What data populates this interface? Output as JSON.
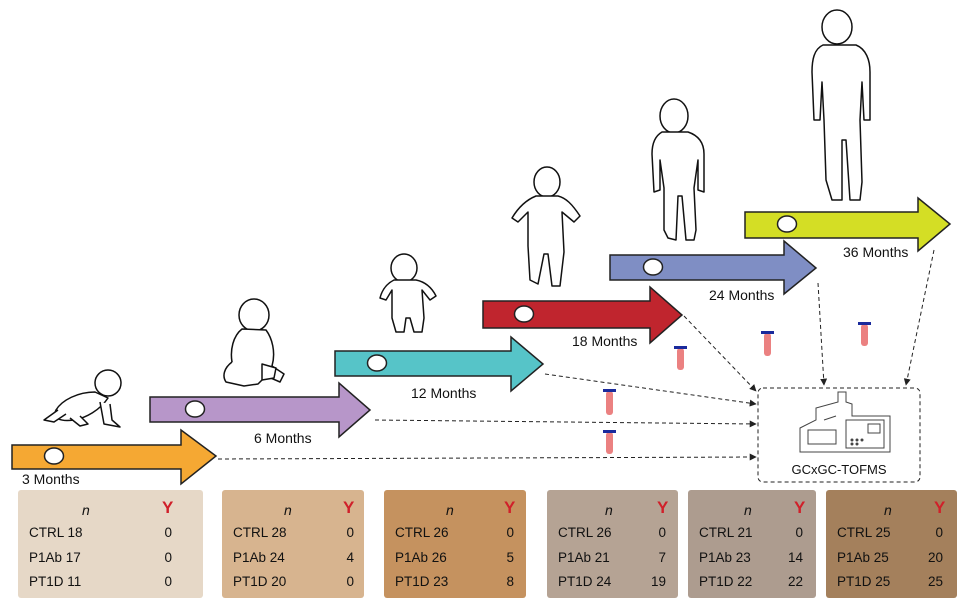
{
  "colors": {
    "arrow_3m": "#f5a833",
    "arrow_6m": "#b796c9",
    "arrow_12m": "#56c4c8",
    "arrow_18m": "#c0252e",
    "arrow_24m": "#7f8ec4",
    "arrow_36m": "#d4de25",
    "sample_tube": "#e76b6b",
    "tube_cap": "#1a2a9c",
    "y_icon": "#d0202a"
  },
  "timepoints": [
    {
      "label": "3 Months"
    },
    {
      "label": "6 Months"
    },
    {
      "label": "12 Months"
    },
    {
      "label": "18 Months"
    },
    {
      "label": "24 Months"
    },
    {
      "label": "36 Months"
    }
  ],
  "instrument": {
    "label": "GCxGC-TOFMS",
    "icon": "gc-tofms-instrument-icon"
  },
  "table_header": {
    "n": "n",
    "y_icon": "Y"
  },
  "tables": [
    {
      "bg": "#e6d8c7",
      "rows": [
        {
          "label": "CTRL 18",
          "y": "0"
        },
        {
          "label": "P1Ab 17",
          "y": "0"
        },
        {
          "label": "PT1D 11",
          "y": "0"
        }
      ]
    },
    {
      "bg": "#d7b48f",
      "rows": [
        {
          "label": "CTRL 28",
          "y": "0"
        },
        {
          "label": "P1Ab 24",
          "y": "4"
        },
        {
          "label": "PT1D 20",
          "y": "0"
        }
      ]
    },
    {
      "bg": "#c5925f",
      "rows": [
        {
          "label": "CTRL 26",
          "y": "0"
        },
        {
          "label": "P1Ab 26",
          "y": "5"
        },
        {
          "label": "PT1D 23",
          "y": "8"
        }
      ]
    },
    {
      "bg": "#b5a394",
      "rows": [
        {
          "label": "CTRL 26",
          "y": "0"
        },
        {
          "label": "P1Ab 21",
          "y": "7"
        },
        {
          "label": "PT1D 24",
          "y": "19"
        }
      ]
    },
    {
      "bg": "#ad9c8f",
      "rows": [
        {
          "label": "CTRL 21",
          "y": "0"
        },
        {
          "label": "P1Ab 23",
          "y": "14"
        },
        {
          "label": "PT1D 22",
          "y": "22"
        }
      ]
    },
    {
      "bg": "#a4805c",
      "rows": [
        {
          "label": "CTRL 25",
          "y": "0"
        },
        {
          "label": "P1Ab 25",
          "y": "20"
        },
        {
          "label": "PT1D 25",
          "y": "25"
        }
      ]
    }
  ]
}
